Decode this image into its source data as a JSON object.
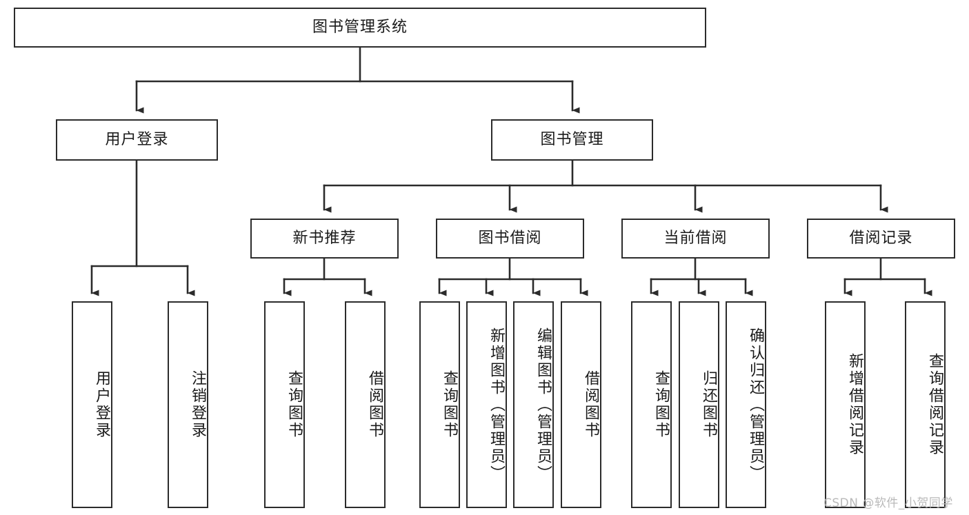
{
  "diagram": {
    "type": "tree-hierarchy-chart",
    "title": "图书管理系统",
    "line_color": "#2b2b2b",
    "box_fill": "#ffffff",
    "text_color": "#1a1a1a",
    "watermark_color": "#b9b9b9"
  },
  "watermark": {
    "text": "CSDN @软件_小贺同学"
  },
  "nodes": {
    "root": {
      "label": "图书管理系统"
    },
    "level2": [
      {
        "id": "user-login",
        "label": "用户登录"
      },
      {
        "id": "book-manage",
        "label": "图书管理"
      }
    ],
    "level3": [
      {
        "id": "new-book-recommend",
        "label": "新书推荐"
      },
      {
        "id": "book-borrow",
        "label": "图书借阅"
      },
      {
        "id": "current-borrow",
        "label": "当前借阅"
      },
      {
        "id": "borrow-record",
        "label": "借阅记录"
      }
    ],
    "leaves": {
      "user_login": [
        {
          "id": "leaf-user-login",
          "label": "用户登录"
        },
        {
          "id": "leaf-user-logout",
          "label": "注销登录"
        }
      ],
      "new_book_recommend": [
        {
          "id": "leaf-query-book-1",
          "label": "查询图书"
        },
        {
          "id": "leaf-borrow-book-1",
          "label": "借阅图书"
        }
      ],
      "book_borrow": [
        {
          "id": "leaf-query-book-2",
          "label": "查询图书"
        },
        {
          "id": "leaf-add-book",
          "label": "新增图书（管理员）"
        },
        {
          "id": "leaf-edit-book",
          "label": "编辑图书（管理员）"
        },
        {
          "id": "leaf-borrow-book-2",
          "label": "借阅图书"
        }
      ],
      "current_borrow": [
        {
          "id": "leaf-query-book-3",
          "label": "查询图书"
        },
        {
          "id": "leaf-return-book",
          "label": "归还图书"
        },
        {
          "id": "leaf-confirm-return",
          "label": "确认归还（管理员）"
        }
      ],
      "borrow_record": [
        {
          "id": "leaf-add-record",
          "label": "新增借阅记录"
        },
        {
          "id": "leaf-query-record",
          "label": "查询借阅记录"
        }
      ]
    }
  }
}
